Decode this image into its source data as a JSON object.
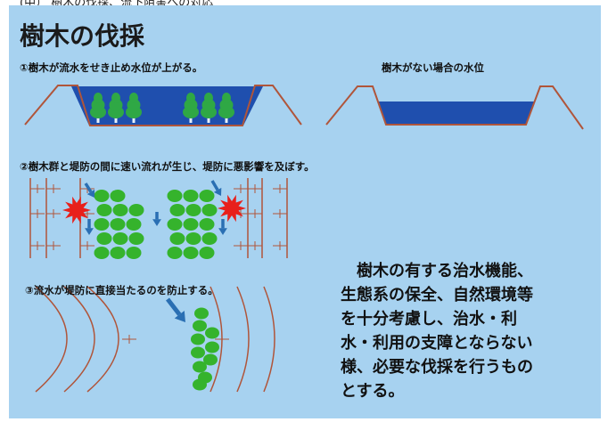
{
  "header_fragment": "(中） 樹木の伐採、流下阻害への対応",
  "title": "樹木の伐採",
  "captions": {
    "with_trees": "①樹木が流水をせき止め水位が上がる。",
    "without_trees": "樹木がない場合の水位",
    "fast_flow": "②樹木群と堤防の間に速い流れが生じ、堤防に悪影響を及ぼす。",
    "direct_hit": "③流水が堤防に直接当たるのを防止する。"
  },
  "paragraph": "　樹木の有する治水機能、\n生態系の保全、自然環境等\nを十分考慮し、治水・利\n水・利用の支障とならない\n様、必要な伐採を行うもの\nとする。",
  "colors": {
    "panel": "#a7d2f0",
    "levee": "#b0553a",
    "water": "#1f4fae",
    "tree": "#2fa845",
    "trunk": "#e8f0f8",
    "vegetation": "#35b32c",
    "arrow": "#2a6fb3",
    "impact": "#e8201b"
  },
  "icons": [
    "tree-icon",
    "flow-arrow-icon",
    "impact-burst-icon",
    "vegetation-patch-icon"
  ]
}
